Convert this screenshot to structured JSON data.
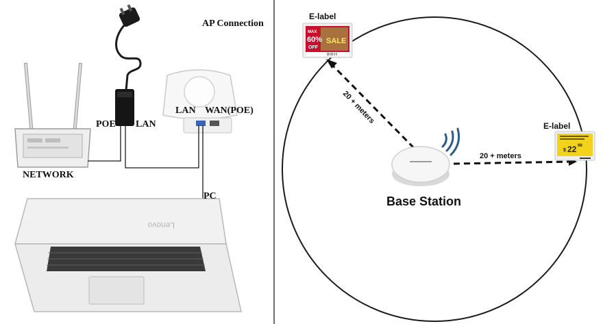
{
  "left_panel": {
    "title": "AP Connection",
    "network_label": "NETWORK",
    "poe_label": "POE",
    "lan_label": "LAN",
    "ap_lan_label": "LAN",
    "ap_wan_label": "WAN(POE)",
    "pc_label": "PC",
    "laptop_brand": "Lenovo"
  },
  "right_panel": {
    "base_station_label": "Base Station",
    "elabel_top_title": "E-label",
    "elabel_right_title": "E-label",
    "distance_top": "20 + meters",
    "distance_right": "20 + meters",
    "sale_tag": {
      "max": "MAX",
      "percent": "60%",
      "off": "OFF",
      "sale": "SALE"
    },
    "price_tag": {
      "currency": "$",
      "price": "22",
      "cents": "98"
    }
  },
  "colors": {
    "line": "#1a1a1a",
    "sale_red": "#c8102e",
    "price_yellow": "#f2d21b",
    "tag_frame": "#e9e9e9"
  }
}
